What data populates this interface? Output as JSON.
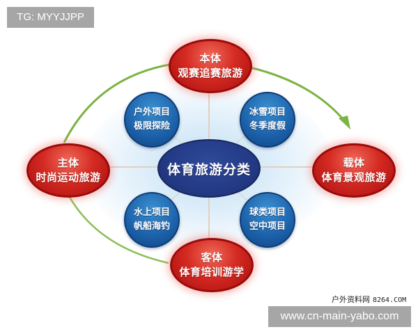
{
  "watermark_top": "TG: MYYJJPP",
  "watermark_bottom": "www.cn-main-yabo.com",
  "source_credit": {
    "name": "户外资料网",
    "domain": "8264.COM"
  },
  "diagram": {
    "center": "体育旅游分类",
    "outer_nodes": {
      "top": {
        "line1": "本体",
        "line2": "观赛追赛旅游"
      },
      "left": {
        "line1": "主体",
        "line2": "时尚运动旅游"
      },
      "right": {
        "line1": "载体",
        "line2": "体育景观旅游"
      },
      "bottom": {
        "line1": "客体",
        "line2": "体育培训游学"
      }
    },
    "inner_nodes": {
      "top_left": {
        "line1": "户外项目",
        "line2": "极限探险"
      },
      "top_right": {
        "line1": "冰雪项目",
        "line2": "冬季度假"
      },
      "bottom_left": {
        "line1": "水上项目",
        "line2": "帆船海钓"
      },
      "bottom_right": {
        "line1": "球类项目",
        "line2": "空中项目"
      }
    },
    "colors": {
      "outer_node": "#c81e1a",
      "inner_node": "#1d64ac",
      "center_node": "#233a85",
      "arc": "#7cb342",
      "connector": "#d9c4b4"
    }
  }
}
